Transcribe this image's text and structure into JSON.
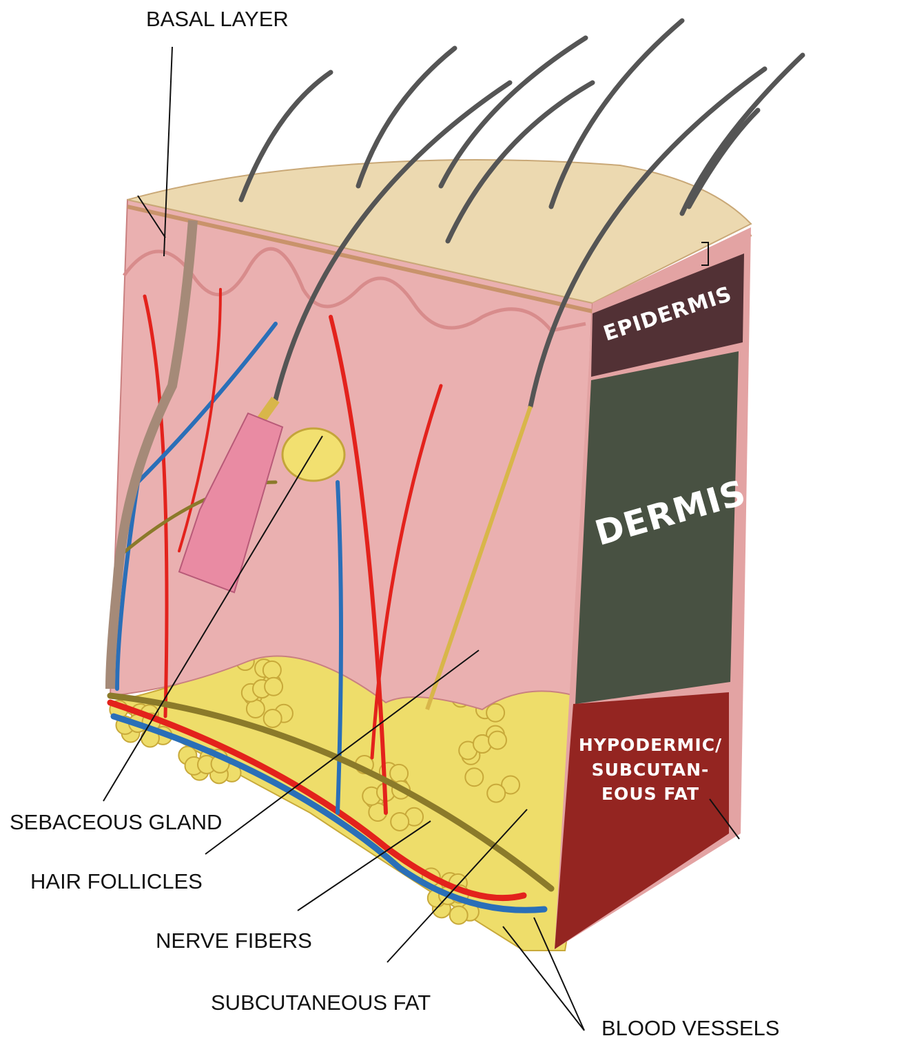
{
  "title": "Skin cross-section diagram",
  "labels": {
    "basal_layer": "BASAL LAYER",
    "sebaceous_gland": "SEBACEOUS GLAND",
    "hair_follicles": "HAIR FOLLICLES",
    "nerve_fibers": "NERVE FIBERS",
    "subcutaneous_fat": "SUBCUTANEOUS FAT",
    "blood_vessels": "BLOOD VESSELS"
  },
  "layers": {
    "epidermis": "EPIDERMIS",
    "dermis": "DERMIS",
    "hypodermic_lines": [
      "HYPODERMIC/",
      "SUBCUTAN-",
      "EOUS FAT"
    ]
  },
  "colors": {
    "skin_top": "#ecd9b0",
    "dermis_pink": "#eab0b0",
    "fat_yellow": "#eedd6a",
    "artery": "#e3221c",
    "vein": "#2a6fb8",
    "nerve": "#8b7a2a",
    "epidermis_panel": "#4a2b2f",
    "dermis_panel": "#3c4a3a",
    "hypodermic_panel": "#8e1b17"
  }
}
